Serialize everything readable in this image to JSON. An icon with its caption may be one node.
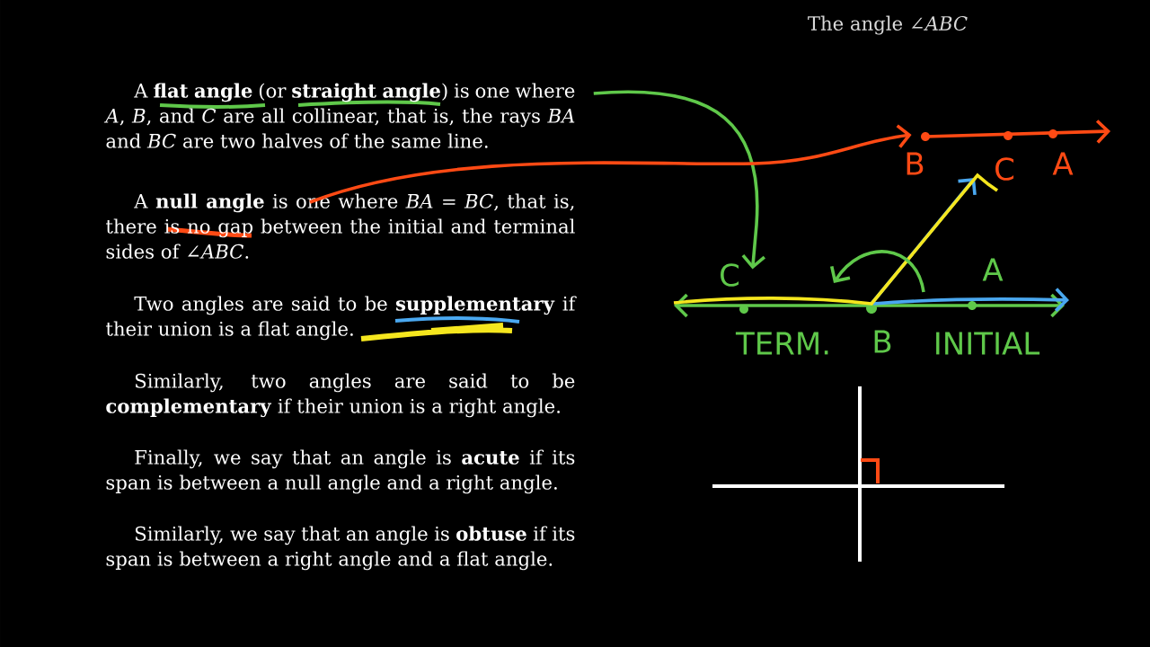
{
  "diagram": {
    "nodes": [
      {
        "text": [
          "A **flat angle** (or **straight angle**) is one where *A*, *B*, and *C* are all collinear, that is, the rays *BA* and *BC* are two halves of the same line."
        ]
      },
      {
        "text": [
          "A **null angle** is one where *BA* = *BC*, that is, there is no gap between the initial and terminal sides of ∠*ABC*."
        ]
      },
      {
        "text": [],
        "shape": "picture",
        "beside": [
          "B",
          "C",
          "A"
        ]
      },
      {
        "text": [],
        "shape": "picture",
        "beside": [
          "TERM.",
          "B",
          "INITIAL"
        ]
      }
    ],
    "edges": [
      {
        "from": 0,
        "to": 3,
        "arrow": "to",
        "color": "#5fc84a"
      },
      {
        "from": 1,
        "to": 2,
        "arrow": "to",
        "color": "#ff4a14"
      }
    ],
    "labels": [
      "The angle ∠*ABC*",
      "Two angles are said to be **supplementary** if their union is a flat angle.",
      "Similarly, two angles are said to be **complementary** if their union is a right angle.",
      "Finally, we say that an angle is **acute** if its span is between a null angle and a right angle.",
      "Similarly, we say that an angle is **obtuse** if its span is between a right angle and a flat angle.",
      "C",
      "A"
    ]
  }
}
